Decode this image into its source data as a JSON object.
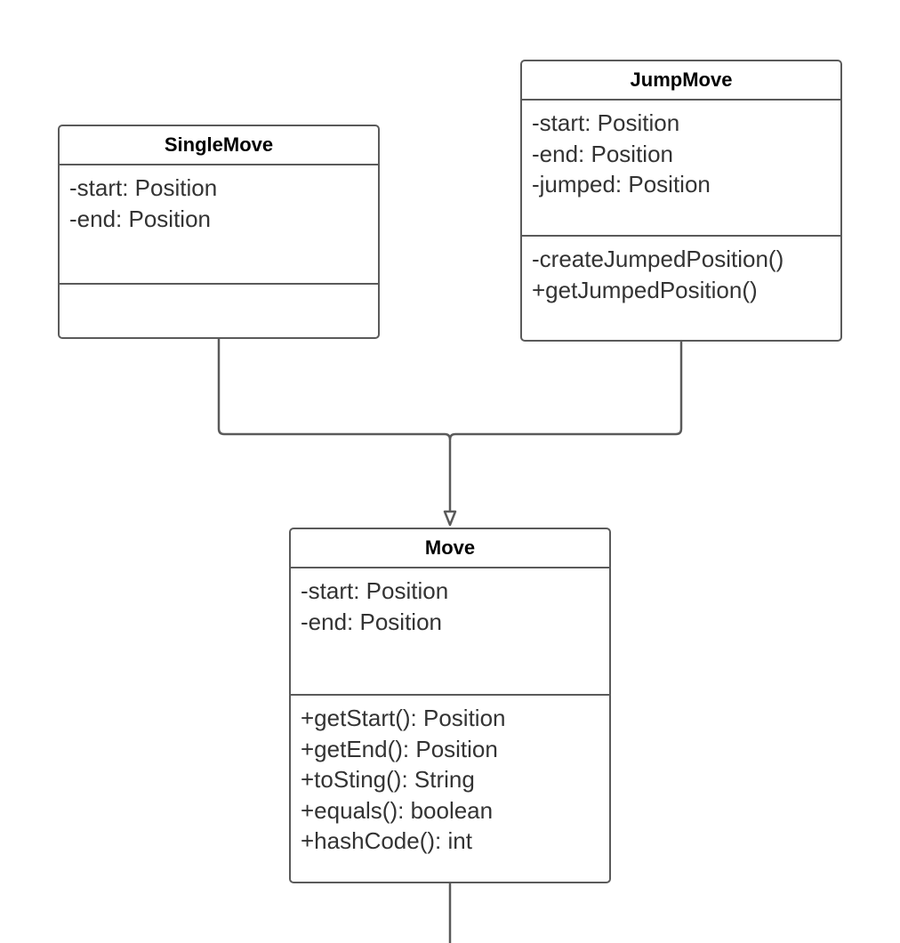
{
  "diagram": {
    "classes": {
      "single_move": {
        "name": "SingleMove",
        "attributes": [
          "-start: Position",
          "-end: Position"
        ],
        "operations": []
      },
      "jump_move": {
        "name": "JumpMove",
        "attributes": [
          "-start: Position",
          "-end: Position",
          "-jumped: Position"
        ],
        "operations": [
          "-createJumpedPosition()",
          "+getJumpedPosition()"
        ]
      },
      "move": {
        "name": "Move",
        "attributes": [
          "-start: Position",
          "-end: Position"
        ],
        "operations": [
          "+getStart(): Position",
          "+getEnd(): Position",
          "+toSting(): String",
          "+equals(): boolean",
          "+hashCode(): int"
        ]
      }
    },
    "relationships": [
      {
        "from": "SingleMove",
        "to": "Move",
        "type": "generalization"
      },
      {
        "from": "JumpMove",
        "to": "Move",
        "type": "generalization"
      }
    ],
    "line_color": "#5a5a5a"
  }
}
